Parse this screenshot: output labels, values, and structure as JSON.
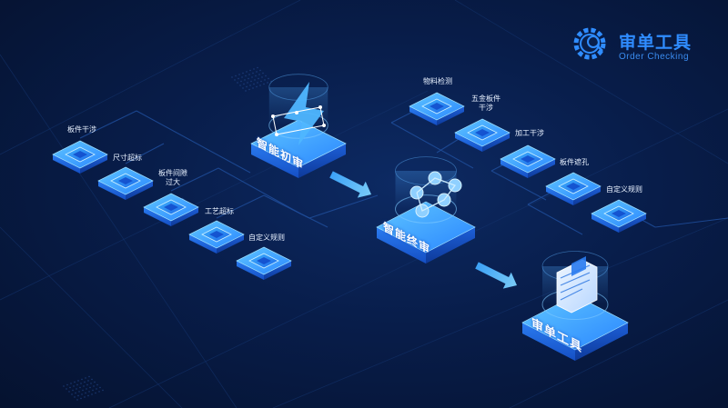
{
  "brand": {
    "title_cn": "审单工具",
    "subtitle_en": "Order Checking"
  },
  "colors": {
    "background": "#061537",
    "accent": "#2f8cff",
    "chip": "#1c6ff0",
    "platform": "#37a2ff"
  },
  "left_checks": [
    {
      "label": "板件干涉"
    },
    {
      "label": "尺寸超标"
    },
    {
      "label": "板件间隙\n过大"
    },
    {
      "label": "工艺超标"
    },
    {
      "label": "自定义规则"
    }
  ],
  "right_checks": [
    {
      "label": "物料检测"
    },
    {
      "label": "五金板件\n干涉"
    },
    {
      "label": "加工干涉"
    },
    {
      "label": "板件遮孔"
    },
    {
      "label": "自定义规则"
    }
  ],
  "stages": {
    "preliminary": "智能初审",
    "final": "智能终审",
    "tool": "审单工具"
  }
}
